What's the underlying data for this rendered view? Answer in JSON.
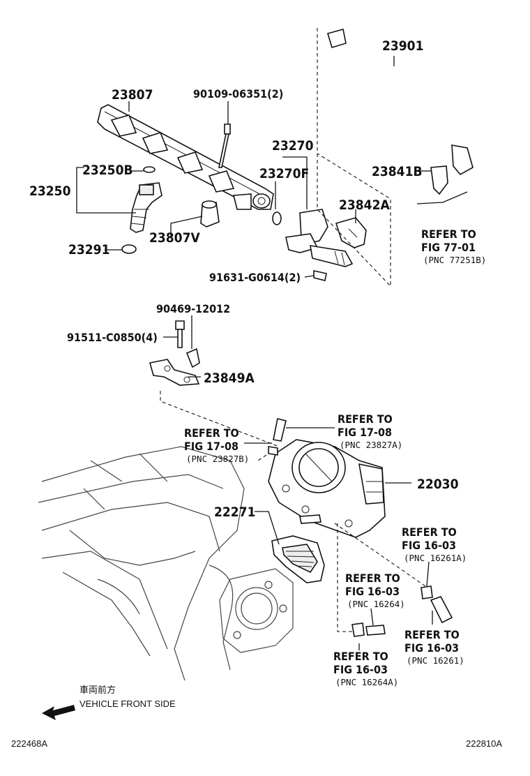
{
  "parts": {
    "p23901": "23901",
    "p23807": "23807",
    "p90109": "90109-06351(2)",
    "p23270": "23270",
    "p23250B": "23250B",
    "p23250": "23250",
    "p23270F": "23270F",
    "p23841B": "23841B",
    "p23842A": "23842A",
    "p23807V": "23807V",
    "p23291": "23291",
    "p91631": "91631-G0614(2)",
    "p90469": "90469-12012",
    "p91511": "91511-C0850(4)",
    "p23849A": "23849A",
    "p22030": "22030",
    "p22271": "22271"
  },
  "refs": {
    "r1": {
      "l1": "REFER TO",
      "l2": "FIG 77-01",
      "l3": "(PNC 77251B)"
    },
    "r2": {
      "l1": "REFER TO",
      "l2": "FIG 17-08",
      "l3": "(PNC 23827A)"
    },
    "r3": {
      "l1": "REFER TO",
      "l2": "FIG 17-08",
      "l3": "(PNC 23827B)"
    },
    "r4": {
      "l1": "REFER TO",
      "l2": "FIG 16-03",
      "l3": "(PNC 16261A)"
    },
    "r5": {
      "l1": "REFER TO",
      "l2": "FIG 16-03",
      "l3": "(PNC 16264)"
    },
    "r6": {
      "l1": "REFER TO",
      "l2": "FIG 16-03",
      "l3": "(PNC 16261)"
    },
    "r7": {
      "l1": "REFER TO",
      "l2": "FIG 16-03",
      "l3": "(PNC 16264A)"
    }
  },
  "footer": {
    "front_jp": "車両前方",
    "front_en": "VEHICLE FRONT SIDE",
    "left_code": "222468A",
    "right_code": "222810A"
  }
}
